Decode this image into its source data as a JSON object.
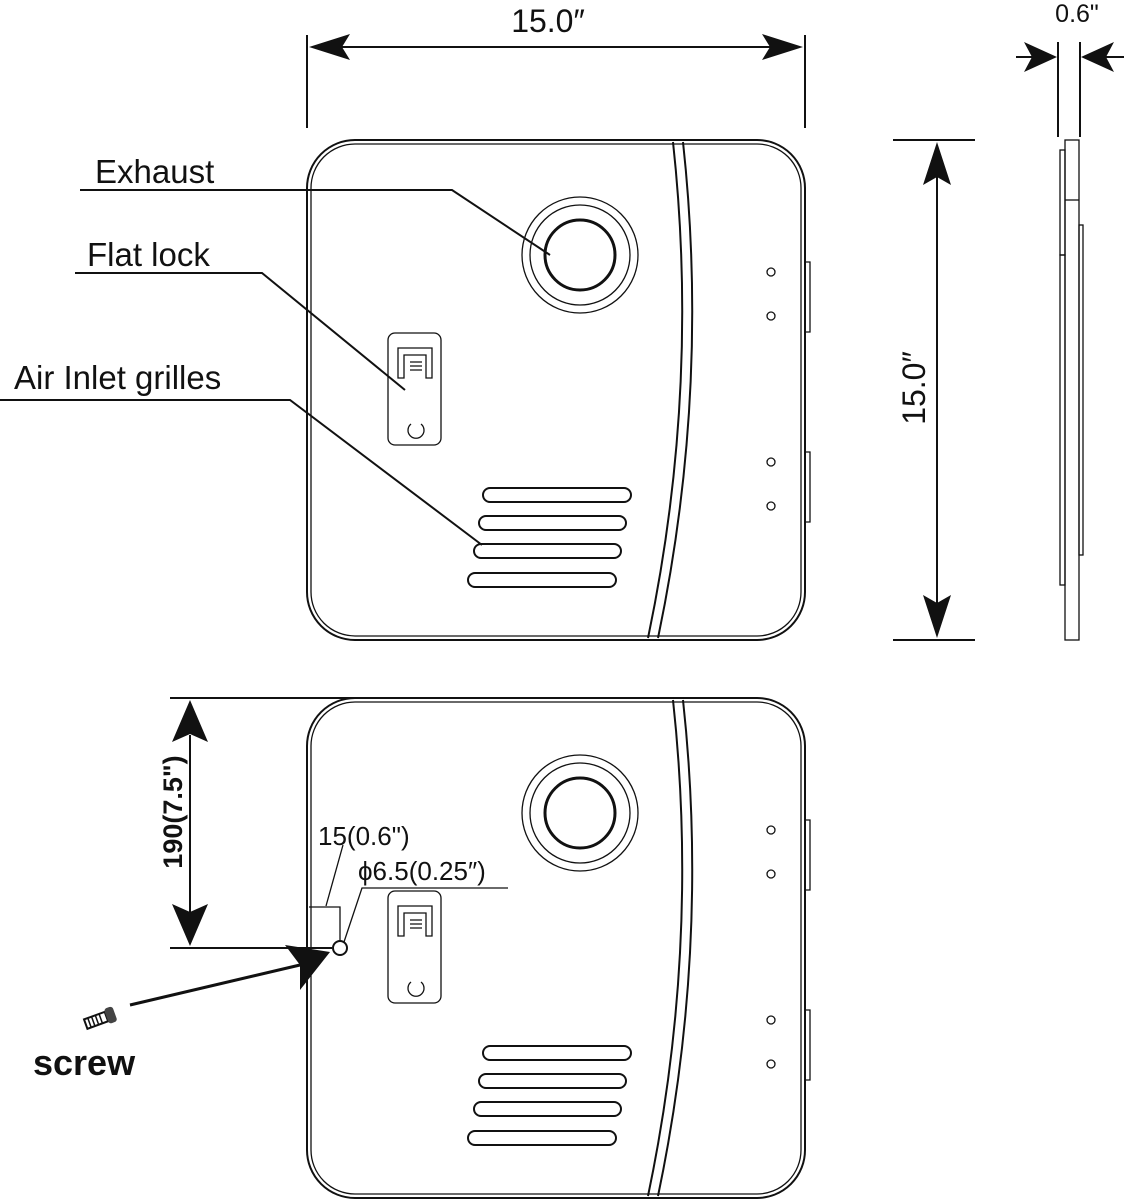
{
  "dimensions": {
    "width": "15.0″",
    "height": "15.0″",
    "depth": "0.6\"",
    "screw_offset_vertical": "190(7.5\")",
    "screw_offset_horizontal": "15(0.6\")",
    "hole_diameter": "ϕ6.5(0.25″)"
  },
  "labels": {
    "exhaust": "Exhaust",
    "flat_lock": "Flat lock",
    "air_inlet": "Air Inlet grilles",
    "screw": "screw"
  }
}
